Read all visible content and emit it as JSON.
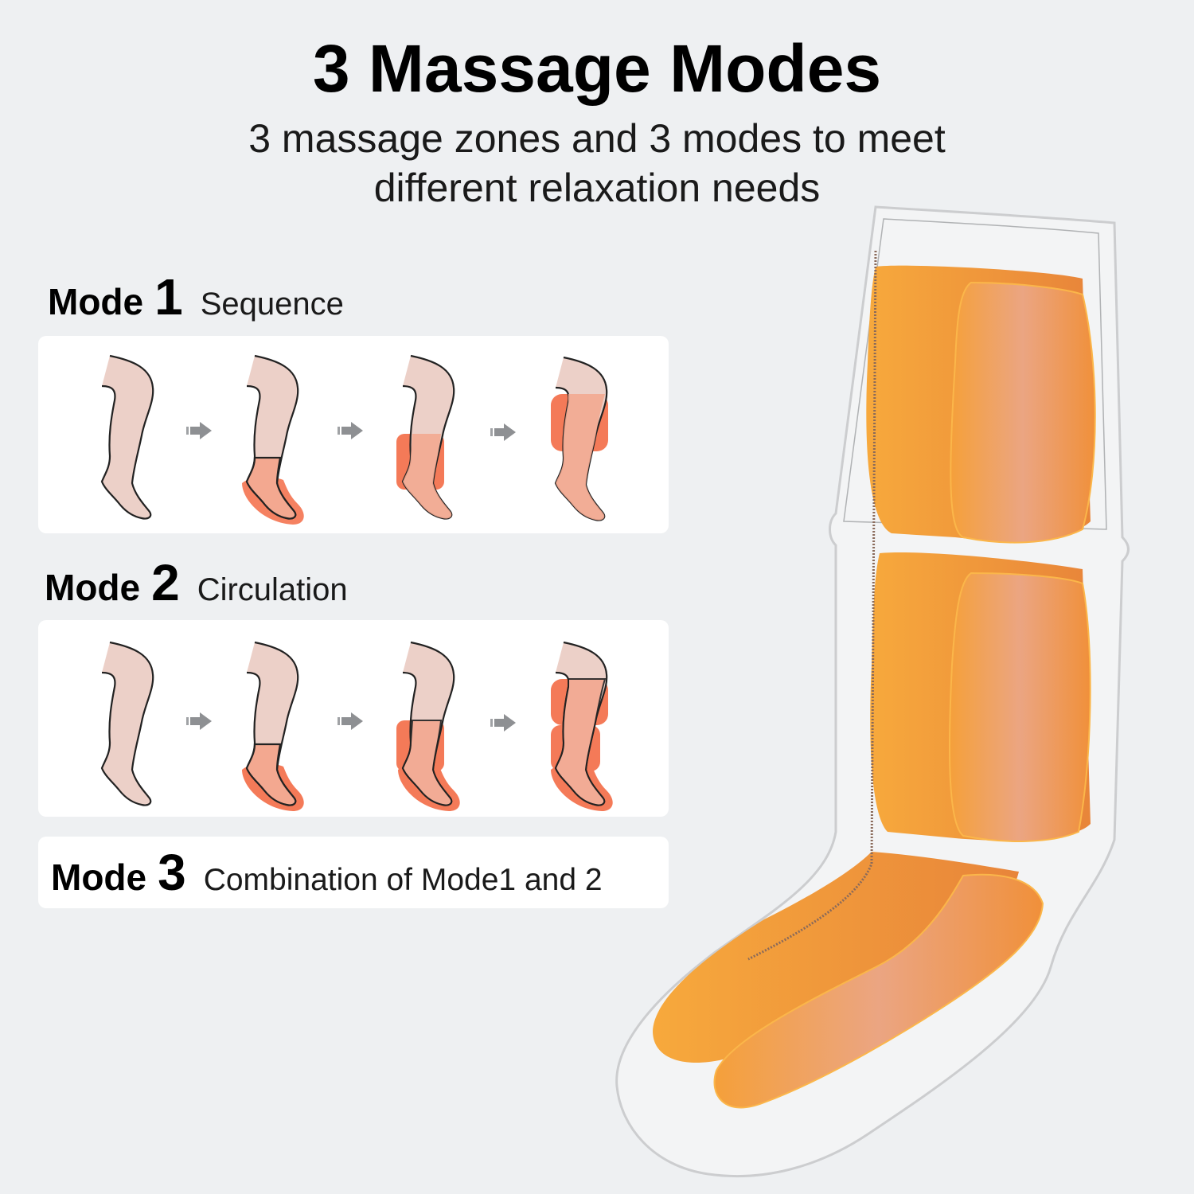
{
  "header": {
    "title": "3 Massage Modes",
    "subtitle_line1": "3 massage zones and 3 modes to meet",
    "subtitle_line2": "different relaxation needs"
  },
  "modes": [
    {
      "word": "Mode",
      "number": "1",
      "name": "Sequence",
      "steps": [
        {
          "highlight": []
        },
        {
          "highlight": [
            "foot"
          ]
        },
        {
          "highlight": [
            "calf"
          ]
        },
        {
          "highlight": [
            "thigh"
          ]
        }
      ]
    },
    {
      "word": "Mode",
      "number": "2",
      "name": "Circulation",
      "steps": [
        {
          "highlight": []
        },
        {
          "highlight": [
            "foot"
          ]
        },
        {
          "highlight": [
            "foot",
            "calf"
          ]
        },
        {
          "highlight": [
            "foot",
            "calf",
            "thigh"
          ]
        }
      ]
    },
    {
      "word": "Mode",
      "number": "3",
      "name": "Combination of Mode1 and 2"
    }
  ],
  "icons": {
    "step_arrow": "right-arrow-icon",
    "leg": "leg-illustration"
  },
  "colors": {
    "background": "#eef0f2",
    "panel": "#ffffff",
    "skin": "#ecd0c8",
    "highlight": "#f47a58",
    "airbag_orange": "#f0913a",
    "arrow_gray": "#8e9093"
  }
}
